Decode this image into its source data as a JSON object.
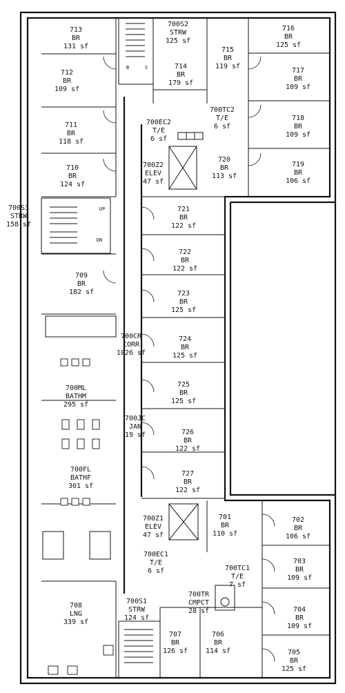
{
  "rooms": [
    {
      "id": "713",
      "use": "BR",
      "area": "131 sf"
    },
    {
      "id": "700S2",
      "use": "STRW",
      "area": "125 sf"
    },
    {
      "id": "716",
      "use": "BR",
      "area": "125 sf"
    },
    {
      "id": "715",
      "use": "BR",
      "area": "119 sf"
    },
    {
      "id": "714",
      "use": "BR",
      "area": "179 sf"
    },
    {
      "id": "712",
      "use": "BR",
      "area": "109 sf"
    },
    {
      "id": "717",
      "use": "BR",
      "area": "109 sf"
    },
    {
      "id": "711",
      "use": "BR",
      "area": "118 sf"
    },
    {
      "id": "718",
      "use": "BR",
      "area": "109 sf"
    },
    {
      "id": "700TC2",
      "use": "T/E",
      "area": "6 sf"
    },
    {
      "id": "700EC2",
      "use": "T/E",
      "area": "6 sf"
    },
    {
      "id": "710",
      "use": "BR",
      "area": "124 sf"
    },
    {
      "id": "700Z2",
      "use": "ELEV",
      "area": "47 sf"
    },
    {
      "id": "720",
      "use": "BR",
      "area": "113 sf"
    },
    {
      "id": "719",
      "use": "BR",
      "area": "106 sf"
    },
    {
      "id": "700S3",
      "use": "STRW",
      "area": "158 sf"
    },
    {
      "id": "721",
      "use": "BR",
      "area": "122 sf"
    },
    {
      "id": "722",
      "use": "BR",
      "area": "122 sf"
    },
    {
      "id": "709",
      "use": "BR",
      "area": "182 sf"
    },
    {
      "id": "723",
      "use": "BR",
      "area": "125 sf"
    },
    {
      "id": "700CR",
      "use": "CORR",
      "area": "1026 sf"
    },
    {
      "id": "724",
      "use": "BR",
      "area": "125 sf"
    },
    {
      "id": "700ML",
      "use": "BATHM",
      "area": "295 sf"
    },
    {
      "id": "725",
      "use": "BR",
      "area": "125 sf"
    },
    {
      "id": "700JC",
      "use": "JAN",
      "area": "19 sf"
    },
    {
      "id": "726",
      "use": "BR",
      "area": "122 sf"
    },
    {
      "id": "700FL",
      "use": "BATHF",
      "area": "301 sf"
    },
    {
      "id": "727",
      "use": "BR",
      "area": "122 sf"
    },
    {
      "id": "700Z1",
      "use": "ELEV",
      "area": "47 sf"
    },
    {
      "id": "701",
      "use": "BR",
      "area": "110 sf"
    },
    {
      "id": "702",
      "use": "BR",
      "area": "106 sf"
    },
    {
      "id": "700EC1",
      "use": "T/E",
      "area": "6 sf"
    },
    {
      "id": "703",
      "use": "BR",
      "area": "109 sf"
    },
    {
      "id": "700TC1",
      "use": "T/E",
      "area": "7 sf"
    },
    {
      "id": "700TR",
      "use": "CMPCT",
      "area": "28 sf"
    },
    {
      "id": "708",
      "use": "LNG",
      "area": "339 sf"
    },
    {
      "id": "700S1",
      "use": "STRW",
      "area": "124 sf"
    },
    {
      "id": "704",
      "use": "BR",
      "area": "109 sf"
    },
    {
      "id": "707",
      "use": "BR",
      "area": "126 sf"
    },
    {
      "id": "706",
      "use": "BR",
      "area": "114 sf"
    },
    {
      "id": "705",
      "use": "BR",
      "area": "125 sf"
    }
  ],
  "stair_marks": {
    "up": "UP",
    "dn": "DN",
    "b": "B",
    "s": "S"
  }
}
